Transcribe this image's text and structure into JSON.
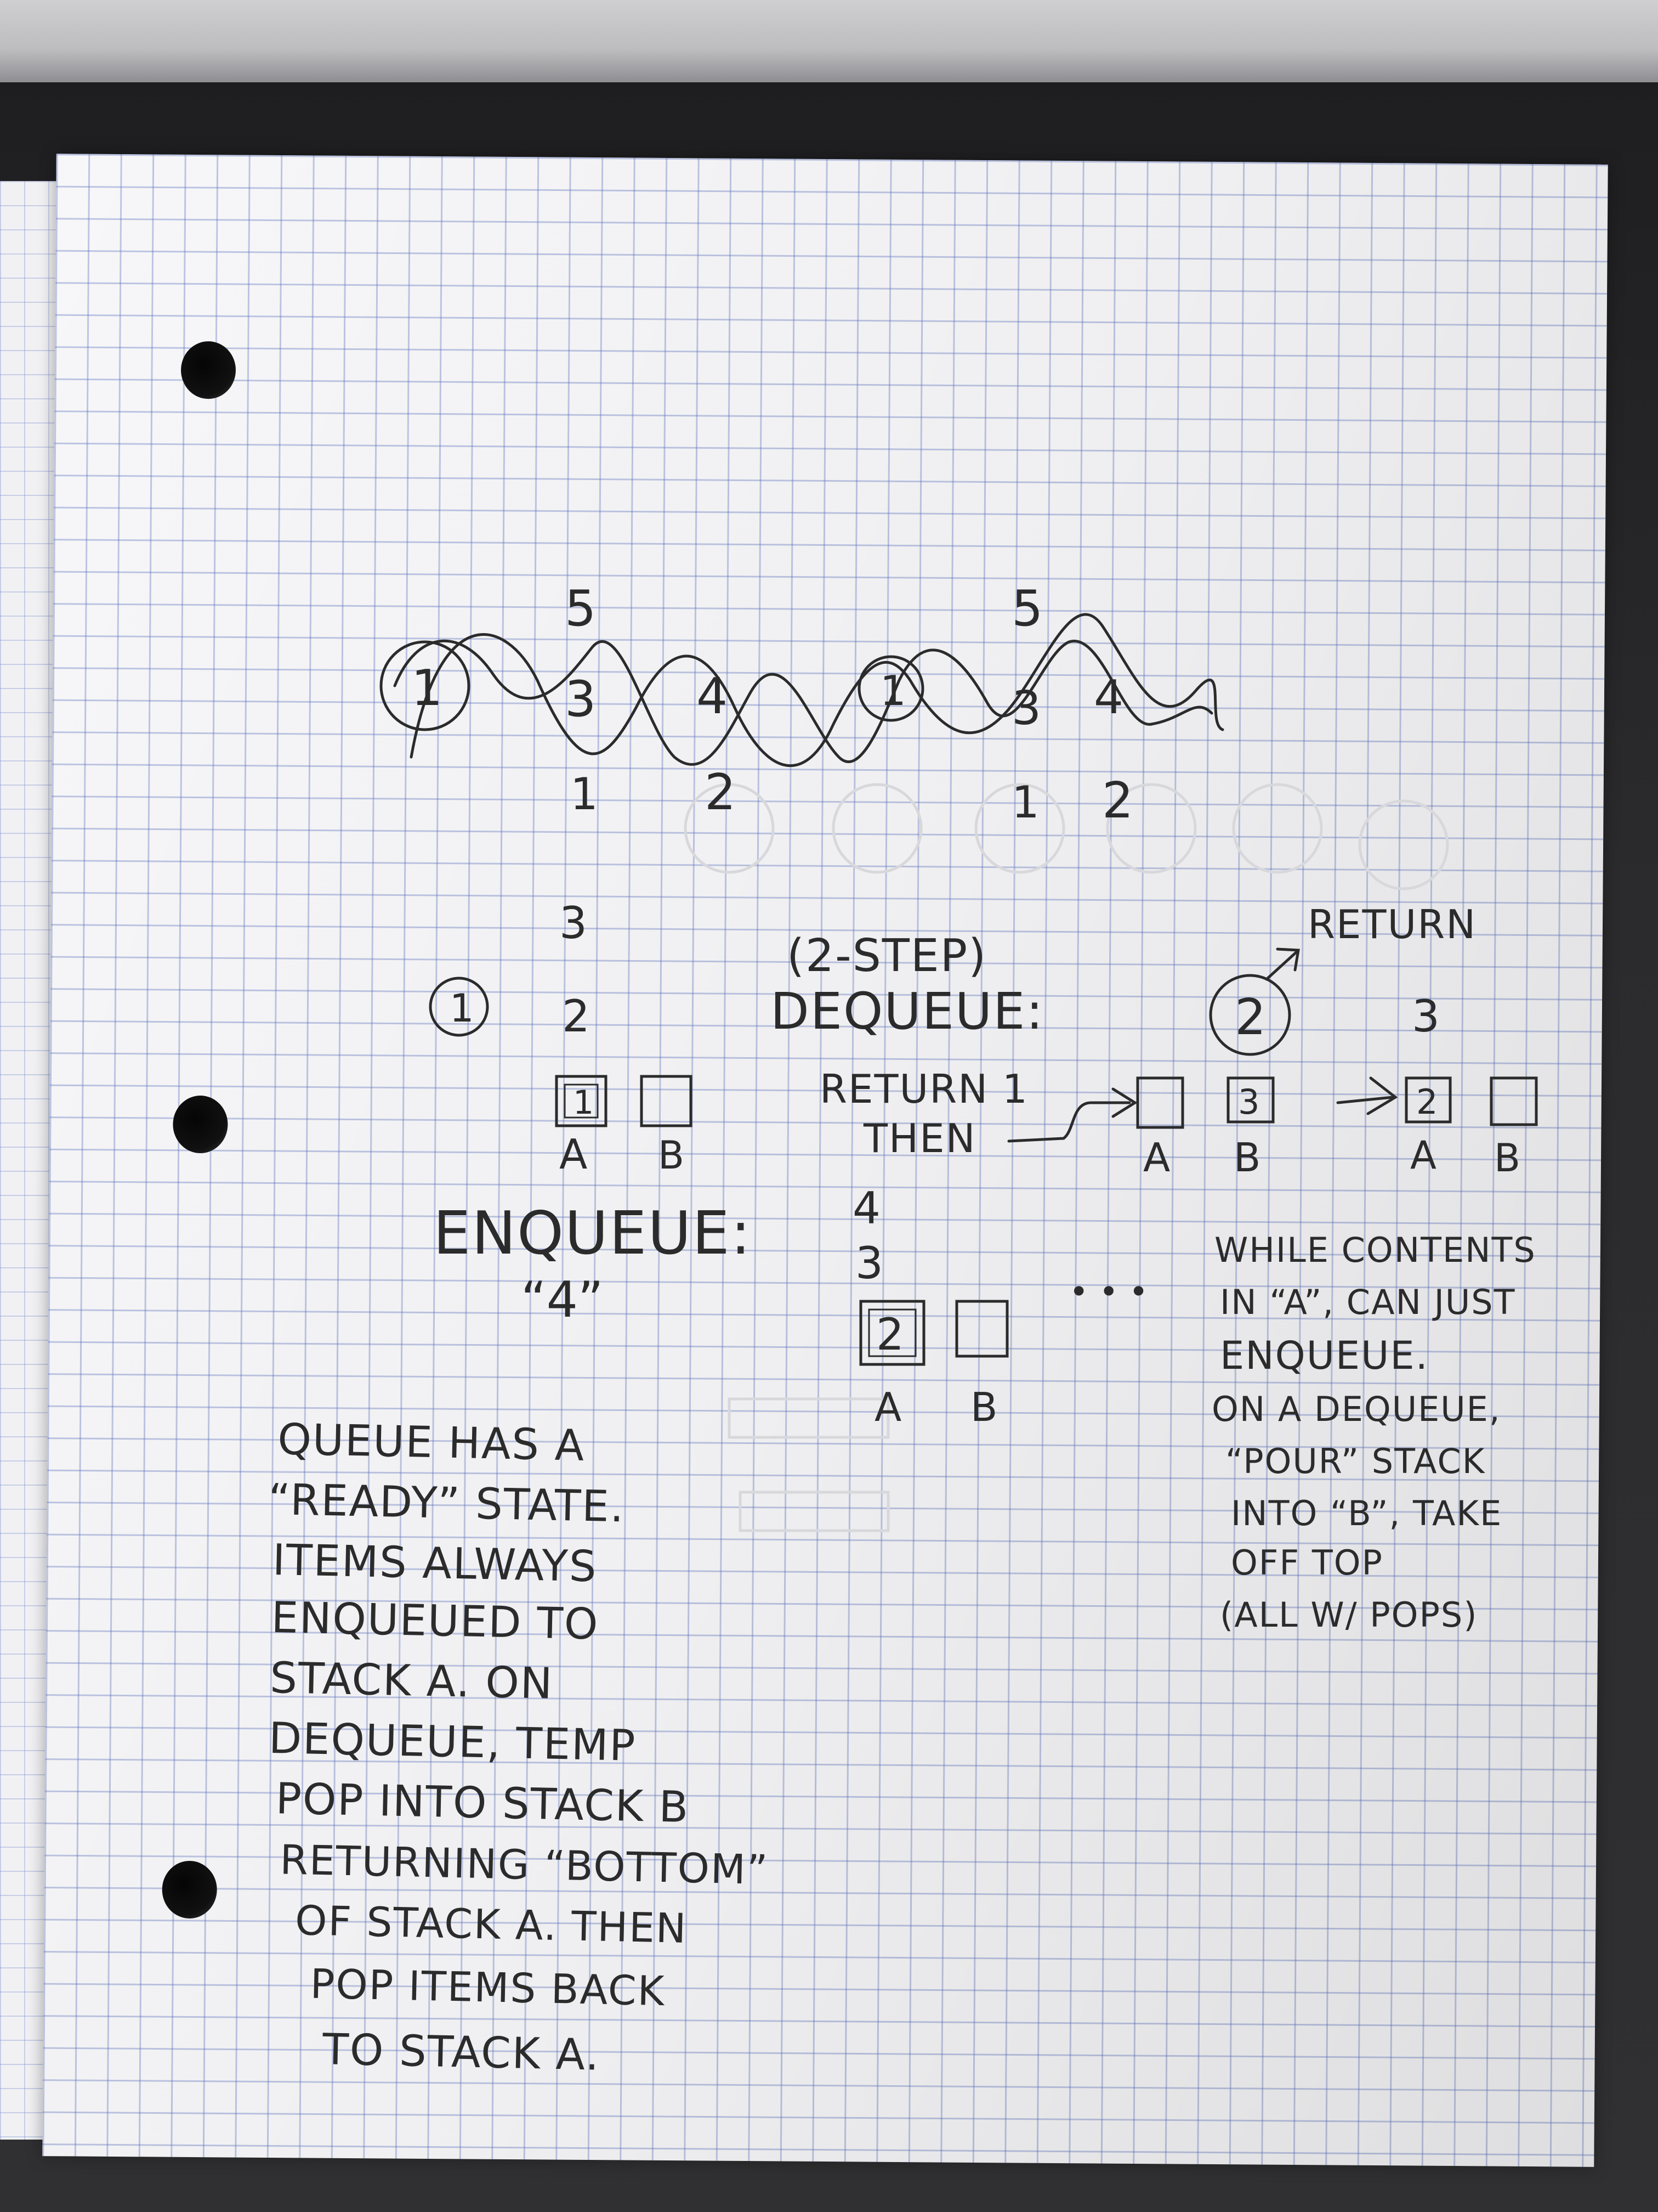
{
  "diagram": {
    "numbers": {
      "left_5": "5",
      "left_3": "3",
      "left_4": "4",
      "left_1": "1",
      "left_2": "2",
      "right_5": "5",
      "right_3": "3",
      "right_4": "4",
      "right_1": "1",
      "right_2": "2",
      "circle_left": "1",
      "circle_right": "1"
    },
    "stacks_section": {
      "stack_3": "3",
      "stack_2": "2",
      "circle_1": "1",
      "box_a_value": "1",
      "label_a": "A",
      "label_b": "B"
    },
    "dequeue": {
      "step_label": "(2-STEP)",
      "title": "DEQUEUE:",
      "line1": "RETURN 1",
      "line2": "THEN",
      "return_label": "RETURN",
      "circle_2": "2",
      "right_3": "3",
      "box_b_value": "3",
      "box_a2_value": "2",
      "label_a": "A",
      "label_b": "B",
      "label_a2": "A",
      "label_b2": "B"
    },
    "enqueue": {
      "title": "ENQUEUE:",
      "value": "“4”",
      "stack_4": "4",
      "stack_3": "3",
      "box_a_value": "2",
      "label_a": "A",
      "label_b": "B",
      "ellipsis": "• • •"
    },
    "notes_left": [
      "QUEUE HAS A",
      "“READY” STATE.",
      "ITEMS ALWAYS",
      "ENQUEUED TO",
      "STACK A. ON",
      "DEQUEUE, TEMP",
      "POP INTO STACK B",
      "RETURNING “BOTTOM”",
      "OF STACK A. THEN",
      "POP ITEMS BACK",
      "TO STACK A."
    ],
    "notes_right": [
      "WHILE CONTENTS",
      "IN “A”, CAN JUST",
      "ENQUEUE.",
      "ON A DEQUEUE,",
      "“POUR” STACK",
      "INTO “B”, TAKE",
      "OFF TOP",
      "(ALL W/ POPS)"
    ],
    "ink_color": "#2b2b2b",
    "paper_grid_color": "#5f73be"
  }
}
